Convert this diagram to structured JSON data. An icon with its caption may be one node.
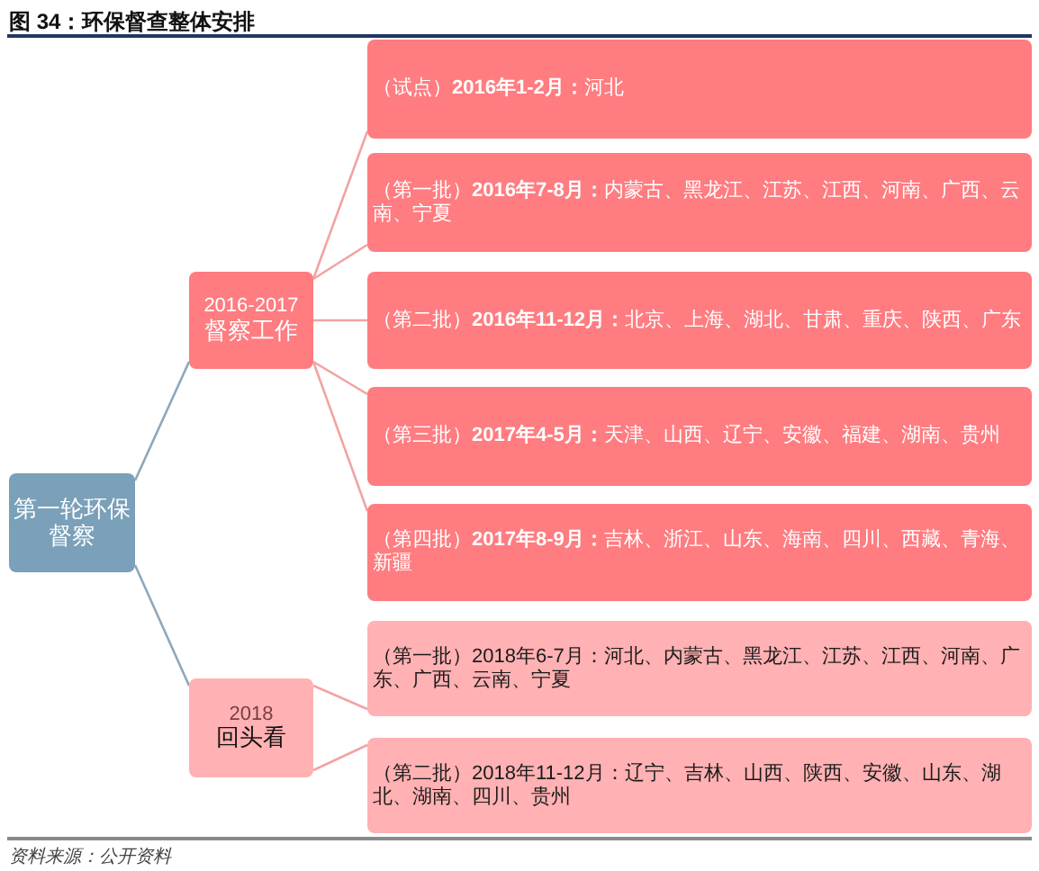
{
  "diagram": {
    "title": "图 34：环保督查整体安排",
    "nodes": [
      {
        "text": [
          "第一轮环保督察"
        ]
      },
      {
        "text": [
          "2016-2017",
          "督察工作"
        ]
      },
      {
        "text": [
          "（试点）**2016年1-2月：**河北"
        ]
      },
      {
        "text": [
          "（第一批）**2016年7-8月：**内蒙古、黑龙江、江苏、江西、河南、广西、云南、宁夏"
        ]
      },
      {
        "text": [
          "（第二批）**2016年11-12月：**北京、上海、湖北、甘肃、重庆、陕西、广东"
        ]
      },
      {
        "text": [
          "（第三批）**2017年4-5月：**天津、山西、辽宁、安徽、福建、湖南、贵州"
        ]
      },
      {
        "text": [
          "（第四批）**2017年8-9月：**吉林、浙江、山东、海南、四川、西藏、青海、新疆"
        ]
      },
      {
        "text": [
          "2018",
          "回头看"
        ]
      },
      {
        "text": [
          "（第一批）2018年6-7月：河北、内蒙古、黑龙江、江苏、江西、河南、广东、广西、云南、宁夏"
        ]
      },
      {
        "text": [
          "（第二批）2018年11-12月：辽宁、吉林、山西、陕西、安徽、山东、湖北、湖南、四川、贵州"
        ]
      }
    ],
    "edges": [
      {
        "from": 0,
        "to": 1,
        "arrow": "none",
        "color": "#8ea7ba"
      },
      {
        "from": 0,
        "to": 7,
        "arrow": "none",
        "color": "#8ea7ba"
      },
      {
        "from": 1,
        "to": 2,
        "arrow": "none"
      },
      {
        "from": 1,
        "to": 3,
        "arrow": "none"
      },
      {
        "from": 1,
        "to": 4,
        "arrow": "none"
      },
      {
        "from": 1,
        "to": 5,
        "arrow": "none"
      },
      {
        "from": 1,
        "to": 6,
        "arrow": "none"
      },
      {
        "from": 7,
        "to": 8,
        "arrow": "none"
      },
      {
        "from": 7,
        "to": 9,
        "arrow": "none"
      }
    ],
    "caption": "资料来源：公开资料"
  }
}
